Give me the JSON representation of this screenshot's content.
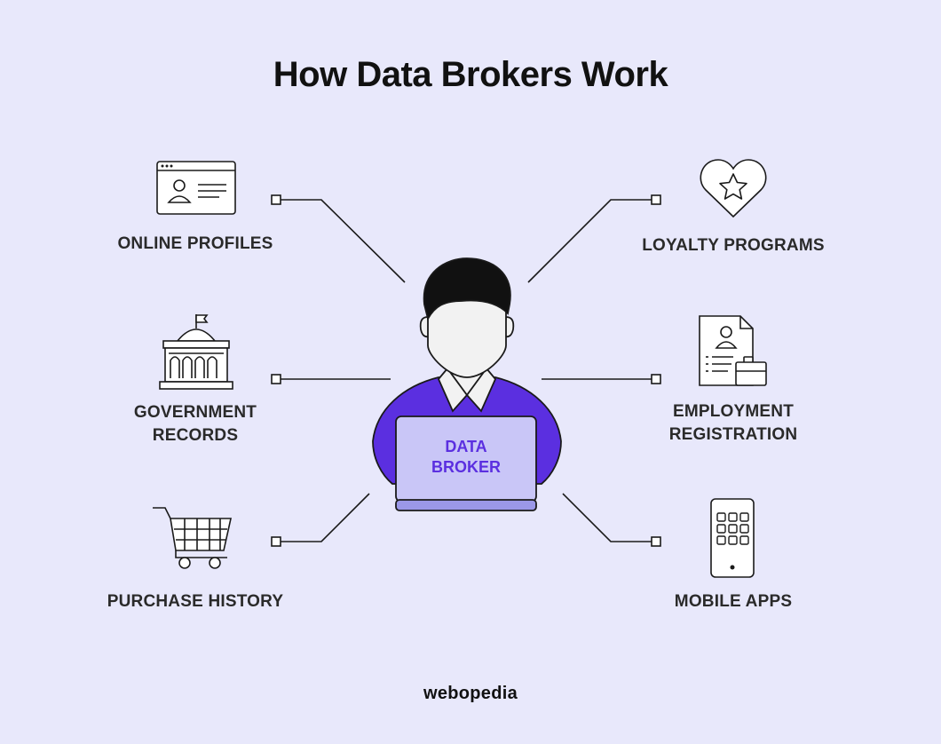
{
  "title": "How Data Brokers Work",
  "center": {
    "line1": "DATA",
    "line2": "BROKER"
  },
  "sources": {
    "online_profiles": "ONLINE PROFILES",
    "government_records": [
      "GOVERNMENT",
      "RECORDS"
    ],
    "purchase_history": "PURCHASE HISTORY",
    "loyalty_programs": "LOYALTY PROGRAMS",
    "employment_registration": [
      "EMPLOYMENT",
      "REGISTRATION"
    ],
    "mobile_apps": "MOBILE APPS"
  },
  "icons": {
    "online_profiles": "profile-card-icon",
    "government_records": "government-building-icon",
    "purchase_history": "shopping-cart-icon",
    "loyalty_programs": "heart-star-icon",
    "employment_registration": "resume-briefcase-icon",
    "mobile_apps": "smartphone-icon"
  },
  "colors": {
    "background": "#e8e8fb",
    "accent": "#5b2fe0",
    "shirt": "#5b2fe0",
    "laptop": "#c9c6f7"
  },
  "brand": "webopedia"
}
